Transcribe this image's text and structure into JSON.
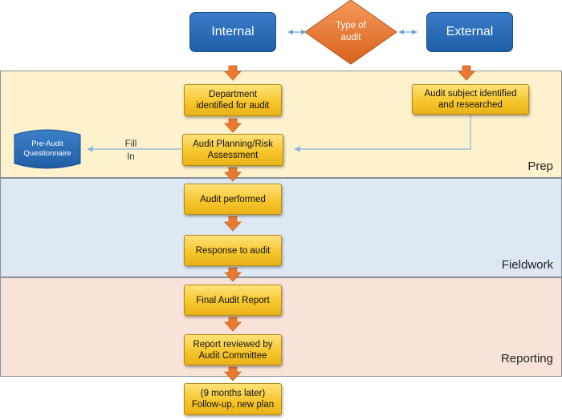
{
  "decision": {
    "label": "Type of\naudit"
  },
  "branches": {
    "internal": "Internal",
    "external": "External"
  },
  "steps": {
    "department": "Department\nidentified for audit",
    "subject": "Audit subject identified\nand researched",
    "planning": "Audit Planning/Risk\nAssessment",
    "performed": "Audit performed",
    "response": "Response to audit",
    "final_report": "Final Audit Report",
    "reviewed": "Report reviewed by\nAudit Committee",
    "followup": "(9 months later)\nFollow-up, new plan"
  },
  "questionnaire": {
    "label": "Pre-Audit\nQuestionnaire"
  },
  "fill_in": "Fill\nIn",
  "phases": {
    "prep": "Prep",
    "fieldwork": "Fieldwork",
    "reporting": "Reporting"
  },
  "colors": {
    "prep_band": "#fdf1ce",
    "fieldwork_band": "#dde8f3",
    "reporting_band": "#f8e2da",
    "step_box": "#f6c428",
    "branch_box": "#2a6cba",
    "decision": "#e8762f",
    "arrow": "#e8762f"
  }
}
